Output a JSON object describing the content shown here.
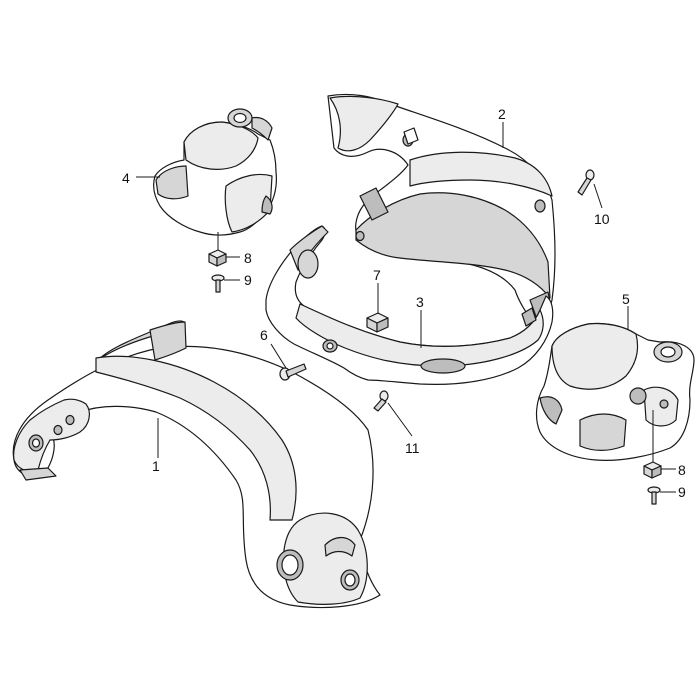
{
  "callouts": {
    "c1": "1",
    "c2": "2",
    "c3": "3",
    "c4": "4",
    "c5": "5",
    "c6": "6",
    "c7": "7",
    "c8a": "8",
    "c8b": "8",
    "c9a": "9",
    "c9b": "9",
    "c10": "10",
    "c11": "11"
  },
  "colors": {
    "line": "#1a1a1a",
    "shade_light": "#ececec",
    "shade_mid": "#d6d6d6",
    "shade_dark": "#bdbdbd",
    "background": "#ffffff"
  }
}
